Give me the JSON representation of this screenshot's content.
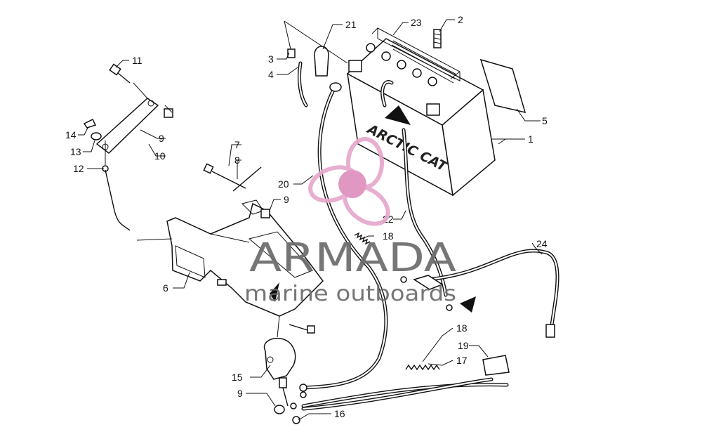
{
  "callouts": [
    {
      "id": "c1",
      "label": "1"
    },
    {
      "id": "c2",
      "label": "2"
    },
    {
      "id": "c3",
      "label": "3"
    },
    {
      "id": "c4",
      "label": "4"
    },
    {
      "id": "c5",
      "label": "5"
    },
    {
      "id": "c6",
      "label": "6"
    },
    {
      "id": "c7",
      "label": "7"
    },
    {
      "id": "c8",
      "label": "8"
    },
    {
      "id": "c9a",
      "label": "9"
    },
    {
      "id": "c9b",
      "label": "9"
    },
    {
      "id": "c9c",
      "label": "9"
    },
    {
      "id": "c10",
      "label": "10"
    },
    {
      "id": "c11",
      "label": "11"
    },
    {
      "id": "c12",
      "label": "12"
    },
    {
      "id": "c13",
      "label": "13"
    },
    {
      "id": "c14",
      "label": "14"
    },
    {
      "id": "c15",
      "label": "15"
    },
    {
      "id": "c16",
      "label": "16"
    },
    {
      "id": "c17",
      "label": "17"
    },
    {
      "id": "c18a",
      "label": "18"
    },
    {
      "id": "c18b",
      "label": "18"
    },
    {
      "id": "c19",
      "label": "19"
    },
    {
      "id": "c20",
      "label": "20"
    },
    {
      "id": "c21",
      "label": "21"
    },
    {
      "id": "c22",
      "label": "22"
    },
    {
      "id": "c23",
      "label": "23"
    },
    {
      "id": "c24",
      "label": "24"
    }
  ],
  "battery_brand": "ARCTIC CAT",
  "watermark": {
    "name": "ARMADA",
    "tagline": "marine outboards",
    "colors": {
      "propeller": "#e7a8cc",
      "hub": "#de8fbd",
      "text": "#6b6b6b"
    }
  }
}
